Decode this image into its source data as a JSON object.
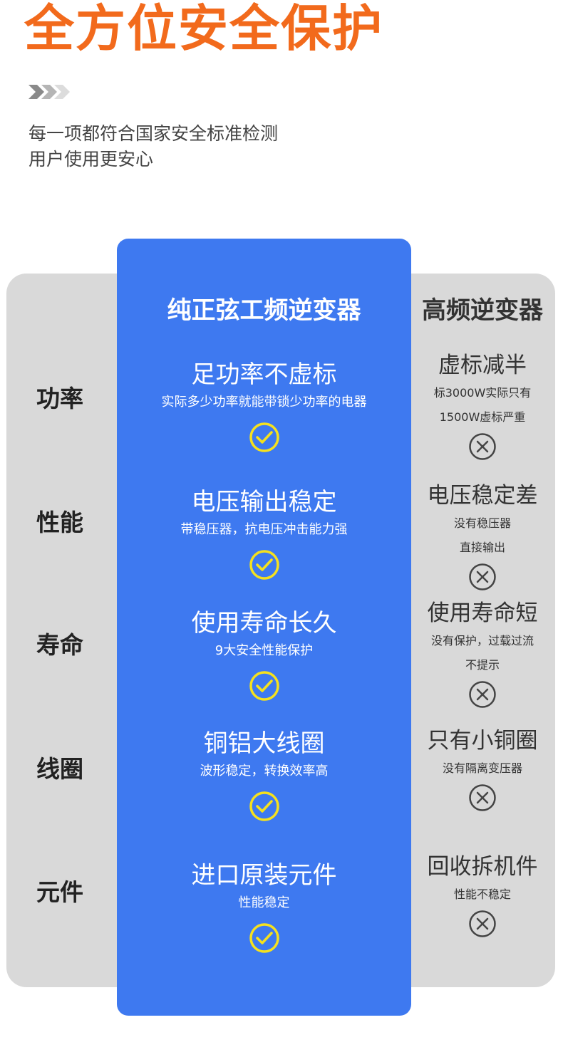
{
  "title": "全方位安全保护",
  "subtitle": [
    "每一项都符合国家安全标准检测",
    "用户使用更安心"
  ],
  "columns": {
    "pure": "纯正弦工频逆变器",
    "high": "高频逆变器"
  },
  "colors": {
    "orange": "#f26a1c",
    "blue": "#3e79f0",
    "gray": "#d9d9d9",
    "check": "#f5e11e"
  },
  "rows": [
    {
      "label": "功率",
      "pure_title": "足功率不虚标",
      "pure_desc": "实际多少功率就能带锁少功率的电器",
      "high_title": "虚标减半",
      "high_desc": [
        "标3000W实际只有",
        "1500W虚标严重"
      ]
    },
    {
      "label": "性能",
      "pure_title": "电压输出稳定",
      "pure_desc": "带稳压器，抗电压冲击能力强",
      "high_title": "电压稳定差",
      "high_desc": [
        "没有稳压器",
        "直接输出"
      ]
    },
    {
      "label": "寿命",
      "pure_title": "使用寿命长久",
      "pure_desc": "9大安全性能保护",
      "high_title": "使用寿命短",
      "high_desc": [
        "没有保护，过载过流",
        "不提示"
      ]
    },
    {
      "label": "线圈",
      "pure_title": "铜铝大线圈",
      "pure_desc": "波形稳定，转换效率高",
      "high_title": "只有小铜圈",
      "high_desc": [
        "没有隔离变压器"
      ]
    },
    {
      "label": "元件",
      "pure_title": "进口原装元件",
      "pure_desc": "性能稳定",
      "high_title": "回收拆机件",
      "high_desc": [
        "性能不稳定"
      ]
    }
  ],
  "icons": {
    "check": "check-circle-icon",
    "cross": "cross-circle-icon",
    "arrows": "chevron-arrows-icon"
  }
}
